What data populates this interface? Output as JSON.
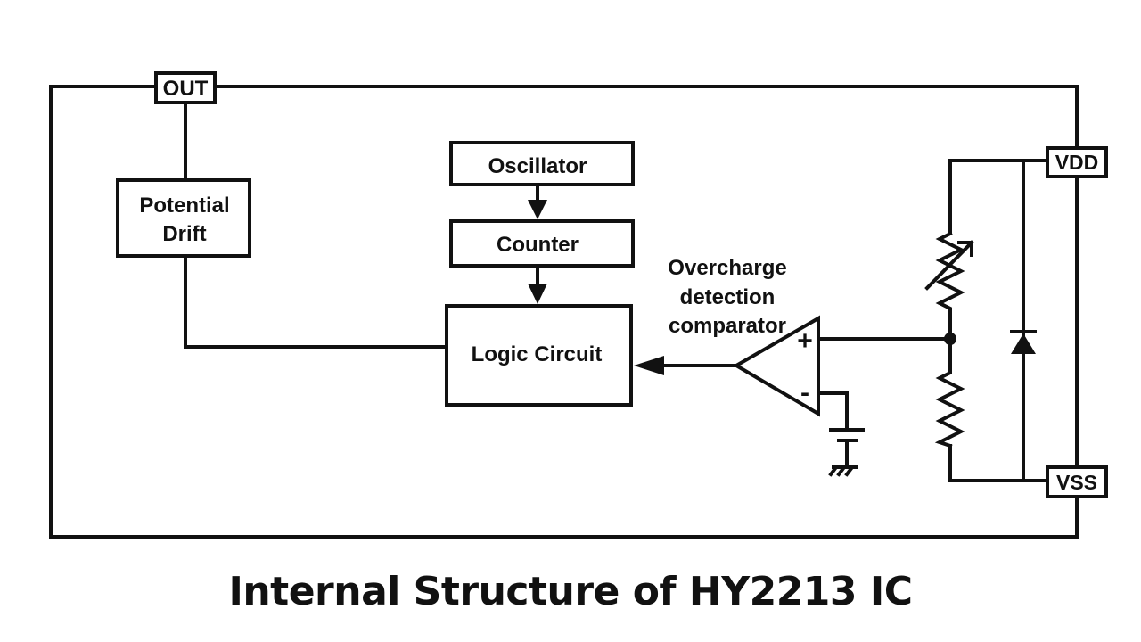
{
  "diagram": {
    "pins": {
      "out": "OUT",
      "vdd": "VDD",
      "vss": "VSS"
    },
    "blocks": {
      "potential_drift": [
        "Potential",
        "Drift"
      ],
      "oscillator": "Oscillator",
      "counter": "Counter",
      "logic_circuit": "Logic Circuit"
    },
    "comparator": {
      "label": [
        "Overcharge",
        "detection",
        "comparator"
      ],
      "plus": "+",
      "minus": "-"
    }
  },
  "caption": "Internal Structure of HY2213 IC",
  "colors": {
    "line": "#111111",
    "background": "#ffffff"
  }
}
